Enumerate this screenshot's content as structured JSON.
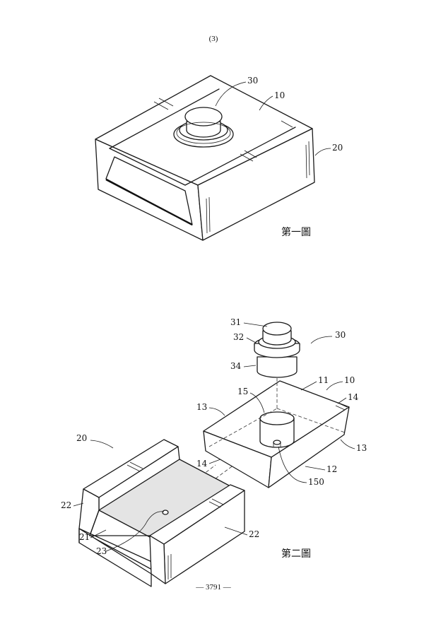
{
  "page": {
    "header": "(3)",
    "footer": "— 3791 —"
  },
  "figure1": {
    "caption": "第一圖",
    "labels": {
      "button": "30",
      "top_block": "10",
      "base": "20"
    }
  },
  "figure2": {
    "caption": "第二圖",
    "labels": {
      "knob_top": "31",
      "knob_flange": "32",
      "knob_stem": "34",
      "knob_assembly": "30",
      "block_top_face": "11",
      "block": "10",
      "block_side_right": "14",
      "block_end_left": "13",
      "block_end_right": "13",
      "recess": "15",
      "block_side_left": "14",
      "block_bottom": "12",
      "pin_hole": "150",
      "base": "20",
      "base_wall_left": "22",
      "base_floor": "21",
      "base_wall_right": "22",
      "base_hole": "23"
    }
  }
}
